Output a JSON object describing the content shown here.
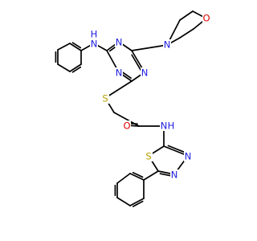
{
  "colors": {
    "background": "#ffffff",
    "bond": "#000000",
    "nitrogen": "#2020e0",
    "oxygen": "#e00000",
    "sulfur": "#b8a000"
  },
  "atoms": {
    "nh_aniline": "H",
    "n_aniline": "N",
    "n_triazine_top": "N",
    "n_triazine_left": "N",
    "n_triazine_right": "N",
    "n_morpholine": "N",
    "o_morpholine": "O",
    "s_thioether": "S",
    "o_carbonyl": "O",
    "n_amide": "N",
    "h_amide": "H",
    "s_thiadiazole": "S",
    "n_thiadiazole_1": "N",
    "n_thiadiazole_2": "N"
  }
}
